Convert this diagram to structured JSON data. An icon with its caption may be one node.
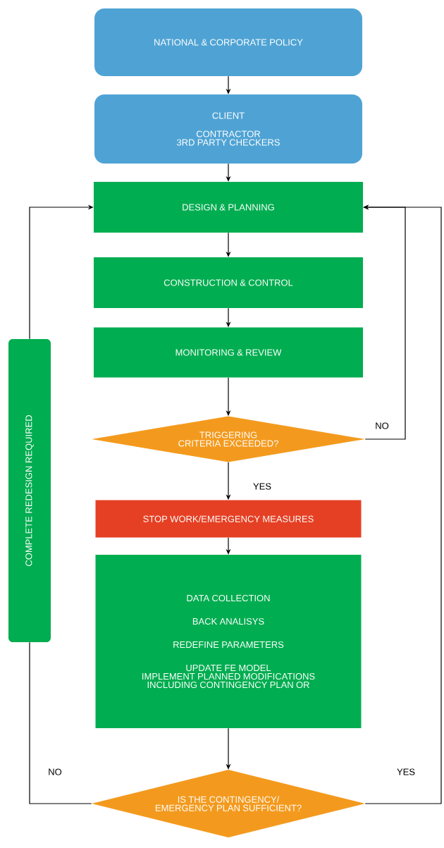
{
  "diagram": {
    "nodes": [
      {
        "text": [
          "NATIONAL & CORPORATE POLICY"
        ]
      },
      {
        "text": [
          "CLIENT",
          "CONTRACTOR",
          "3RD PARTY CHECKERS"
        ]
      },
      {
        "text": [
          "DESIGN & PLANNING"
        ]
      },
      {
        "text": [
          "CONSTRUCTION & CONTROL"
        ]
      },
      {
        "text": [
          "MONITORING & REVIEW"
        ]
      },
      {
        "text": [
          "TRIGGERING CRITERIA EXCEEDED?"
        ]
      },
      {
        "text": [
          "STOP WORK/EMERGENCY MEASURES"
        ]
      },
      {
        "text": [
          "DATA COLLECTION",
          "BACK ANALISYS",
          "REDEFINE PARAMETERS",
          "UPDATE FE MODEL",
          "IMPLEMENT PLANNED MODIFICATIONS INCLUDING CONTINGENCY PLAN OR"
        ]
      },
      {
        "text": [
          "IS THE CONTINGENCY/ EMERGENCY PLAN SUFFICIENT?"
        ]
      },
      {
        "text": [
          "COMPLETE REDESIGN REQUIRED"
        ]
      }
    ],
    "edges": [
      {
        "from": 0,
        "to": 1,
        "arrow": "to"
      },
      {
        "from": 1,
        "to": 2,
        "arrow": "to"
      },
      {
        "from": 2,
        "to": 3,
        "arrow": "to"
      },
      {
        "from": 3,
        "to": 4,
        "arrow": "to"
      },
      {
        "from": 4,
        "to": 5,
        "arrow": "to"
      },
      {
        "from": 5,
        "to": 2,
        "arrow": "to",
        "label": "NO"
      },
      {
        "from": 5,
        "to": 6,
        "arrow": "to",
        "label": "YES"
      },
      {
        "from": 6,
        "to": 7,
        "arrow": "to"
      },
      {
        "from": 7,
        "to": 8,
        "arrow": "to"
      },
      {
        "from": 8,
        "to": 9,
        "arrow": "none",
        "label": "NO"
      },
      {
        "from": 9,
        "to": 2,
        "arrow": "to"
      },
      {
        "from": 8,
        "to": 2,
        "arrow": "to",
        "label": "YES"
      }
    ]
  }
}
